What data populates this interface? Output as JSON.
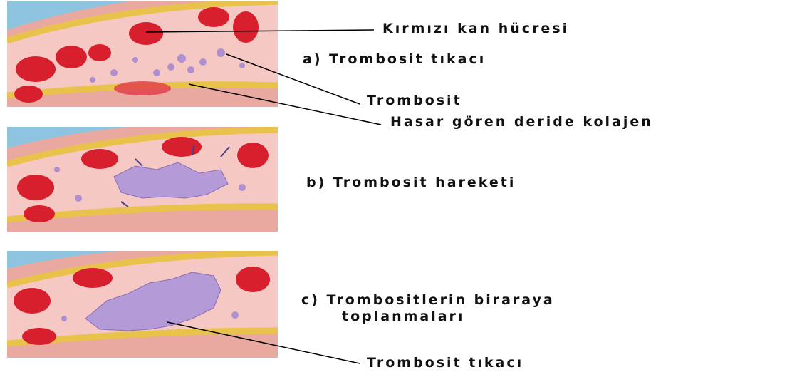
{
  "labels": {
    "red_blood_cell": "Kırmızı kan hücresi",
    "step_a": "a) Trombosit tıkacı",
    "platelet": "Trombosit",
    "collagen": "Hasar gören deride kolajen",
    "step_b": "b) Trombosit hareketi",
    "step_c_line1": "c) Trombositlerin biraraya",
    "step_c_line2": "toplanmaları",
    "plug": "Trombosit tıkacı"
  },
  "colors": {
    "plasma": "#f6c8c4",
    "vessel_wall": "#e9a9a1",
    "endothelium": "#e8c24a",
    "red_cell": "#d81f2e",
    "platelet": "#b08fd0",
    "outside": "#8fc4e0"
  }
}
